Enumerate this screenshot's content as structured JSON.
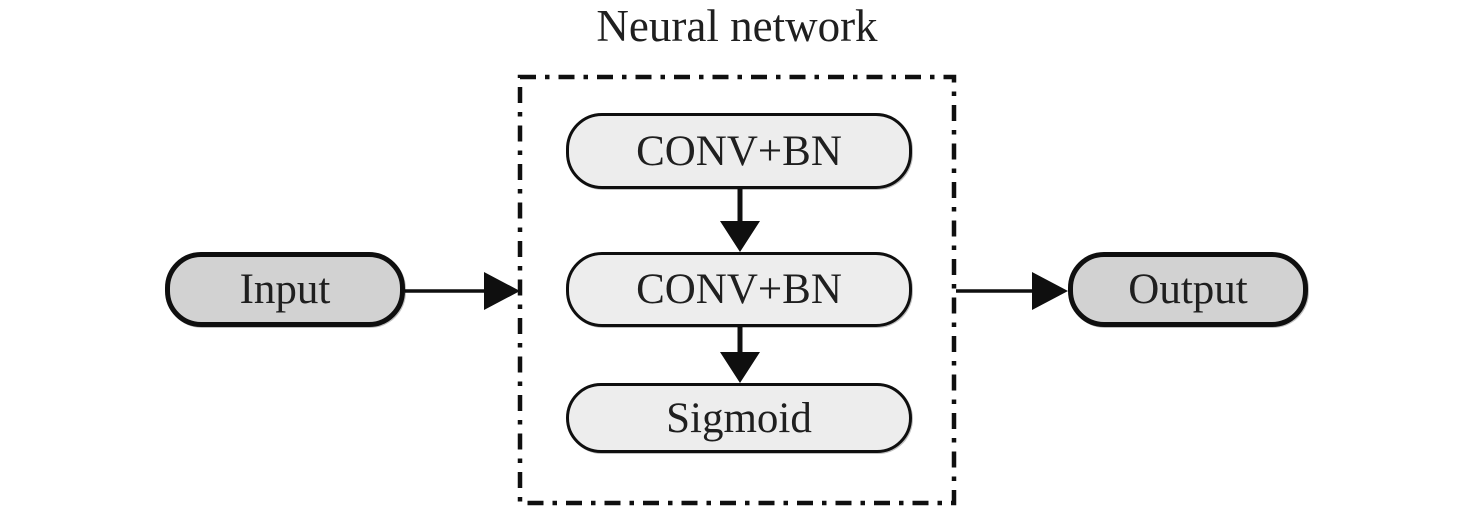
{
  "diagram": {
    "title": "Neural network",
    "nodes": {
      "input": {
        "label": "Input",
        "role": "input"
      },
      "conv_bn_1": {
        "label": "CONV+BN",
        "role": "layer"
      },
      "conv_bn_2": {
        "label": "CONV+BN",
        "role": "layer"
      },
      "sigmoid": {
        "label": "Sigmoid",
        "role": "layer"
      },
      "output": {
        "label": "Output",
        "role": "output"
      }
    },
    "edges": [
      {
        "from": "input",
        "to": "neural-network-container"
      },
      {
        "from": "conv_bn_1",
        "to": "conv_bn_2"
      },
      {
        "from": "conv_bn_2",
        "to": "sigmoid"
      },
      {
        "from": "neural-network-container",
        "to": "output"
      }
    ],
    "colors": {
      "background": "#ffffff",
      "stroke": "#0f0f0f",
      "io_fill": "#d2d2d2",
      "layer_fill": "#ededed",
      "text": "#1f1f1f"
    }
  }
}
